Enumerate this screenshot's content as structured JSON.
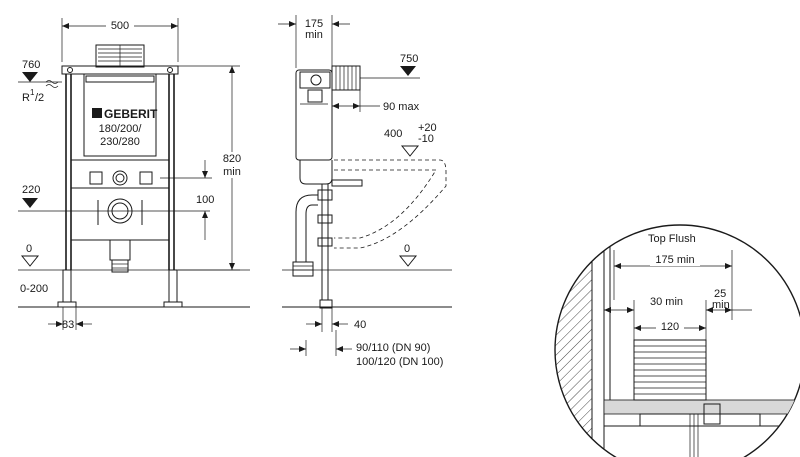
{
  "front": {
    "width_dim": "500",
    "inlet_height": "760",
    "inlet_thread": "R",
    "inlet_thread_exp": "1",
    "inlet_thread_den": "/2",
    "brand": "GEBERIT",
    "height_options_1": "180/200/",
    "height_options_2": "230/280",
    "total_height": "820",
    "total_height_unit": "min",
    "level_220": "220",
    "dim_100": "100",
    "floor_zero": "0",
    "floor_range": "0-200",
    "foot_dim": "83"
  },
  "side": {
    "depth_dim": "175",
    "depth_unit": "min",
    "supply_height": "750",
    "max_dim": "90 max",
    "seat_height": "400",
    "tol_plus": "+20",
    "tol_minus": "-10",
    "floor_zero": "0",
    "dim_40": "40",
    "pipe_1": "90/110 (DN 90)",
    "pipe_2": "100/120 (DN 100)"
  },
  "detail": {
    "title": "Top Flush",
    "dim_175": "175 min",
    "dim_30": "30 min",
    "dim_25": "25",
    "dim_25_unit": "min",
    "dim_120": "120"
  }
}
